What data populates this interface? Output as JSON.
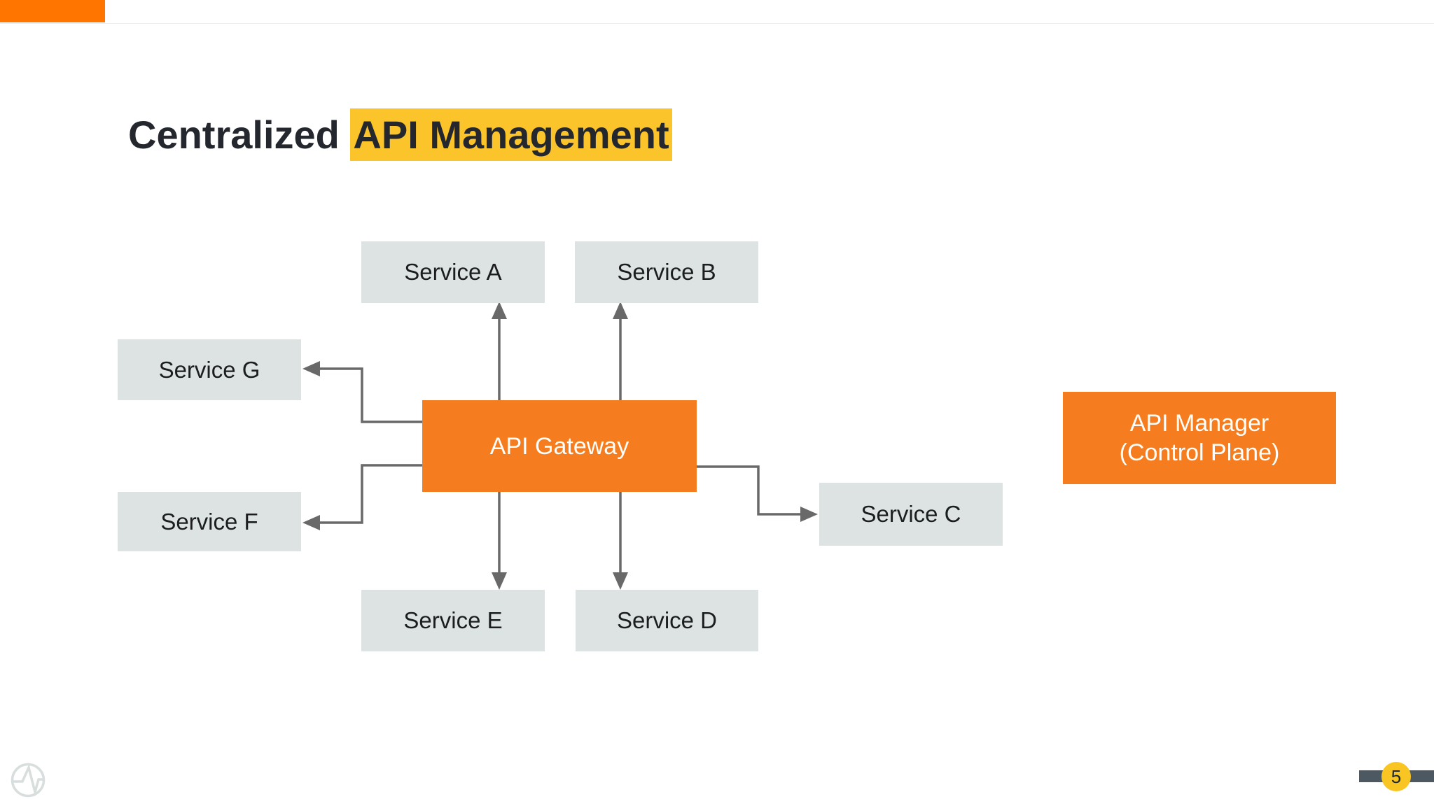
{
  "header": {
    "title_prefix": "Centralized ",
    "title_highlight": "API Management"
  },
  "diagram": {
    "nodes": {
      "api_gateway": {
        "label": "API Gateway",
        "type": "accent"
      },
      "api_manager": {
        "line1": "API Manager",
        "line2": "(Control Plane)",
        "type": "accent"
      },
      "service_a": {
        "label": "Service A",
        "type": "service"
      },
      "service_b": {
        "label": "Service B",
        "type": "service"
      },
      "service_c": {
        "label": "Service C",
        "type": "service"
      },
      "service_d": {
        "label": "Service D",
        "type": "service"
      },
      "service_e": {
        "label": "Service E",
        "type": "service"
      },
      "service_f": {
        "label": "Service F",
        "type": "service"
      },
      "service_g": {
        "label": "Service G",
        "type": "service"
      }
    },
    "connections": [
      {
        "from": "api_gateway",
        "to": "service_a",
        "arrow": "up"
      },
      {
        "from": "api_gateway",
        "to": "service_b",
        "arrow": "up"
      },
      {
        "from": "api_gateway",
        "to": "service_c",
        "arrow": "right-elbow"
      },
      {
        "from": "api_gateway",
        "to": "service_d",
        "arrow": "down"
      },
      {
        "from": "api_gateway",
        "to": "service_e",
        "arrow": "down"
      },
      {
        "from": "api_gateway",
        "to": "service_f",
        "arrow": "left-elbow"
      },
      {
        "from": "api_gateway",
        "to": "service_g",
        "arrow": "left-elbow"
      }
    ]
  },
  "footer": {
    "page_number": "5"
  },
  "icons": {
    "logo": "pulse-logo-icon"
  },
  "colors": {
    "accent_orange": "#F57D1F",
    "corner_orange": "#FF7500",
    "highlight_yellow": "#FBC42B",
    "service_box_gray": "#DCE3E2",
    "connector_gray": "#696969",
    "footer_bar_slate": "#4C5963",
    "page_badge_yellow": "#F9C522",
    "title_text": "#24272E"
  }
}
